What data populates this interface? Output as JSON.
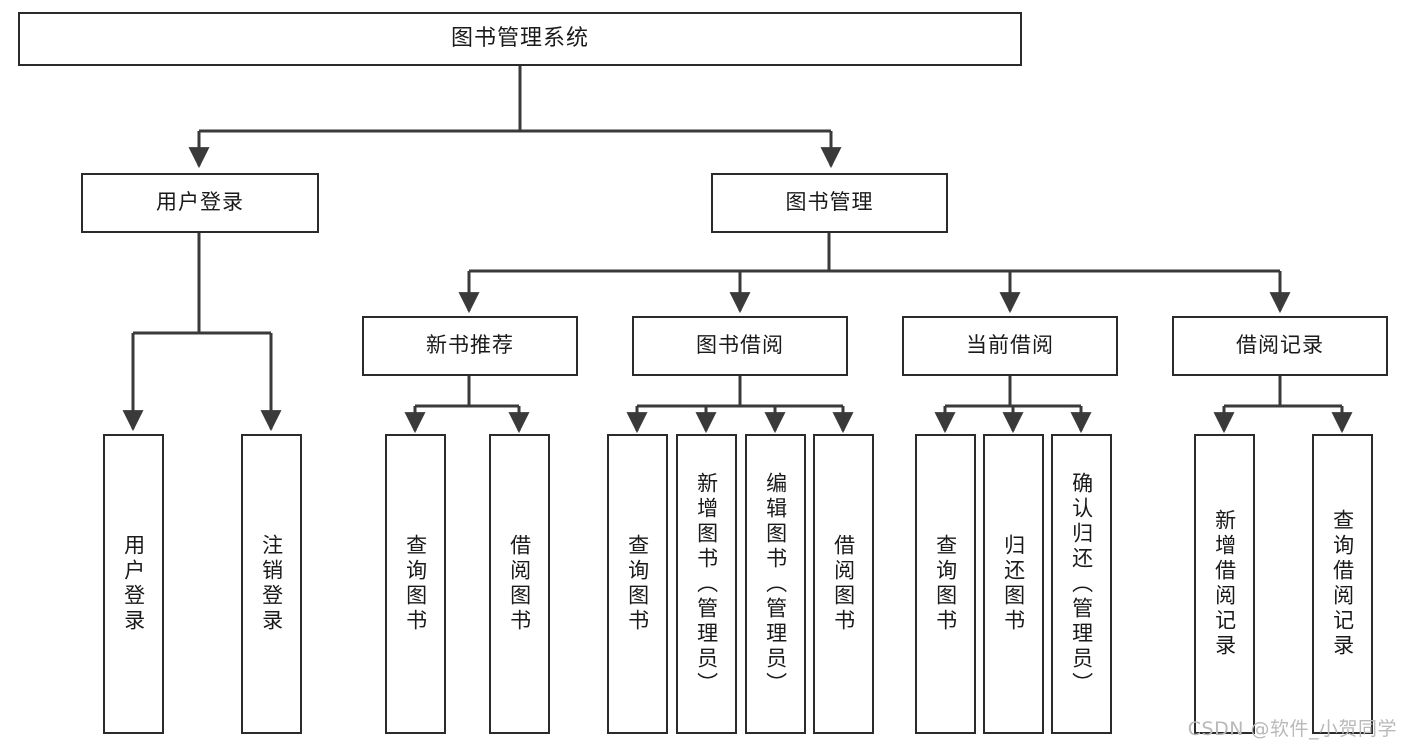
{
  "diagram": {
    "title": "图书管理系统",
    "type": "tree-hierarchy-chart",
    "colors": {
      "box_border": "#2b2b2b",
      "box_fill": "#ffffff",
      "edge": "#3a3a3a",
      "text": "#1a1a1a",
      "watermark": "#b9b9b9",
      "background": "#ffffff"
    },
    "root": {
      "label": "图书管理系统"
    },
    "level2": [
      {
        "label": "用户登录"
      },
      {
        "label": "图书管理"
      }
    ],
    "level3": [
      {
        "label": "新书推荐"
      },
      {
        "label": "图书借阅"
      },
      {
        "label": "当前借阅"
      },
      {
        "label": "借阅记录"
      }
    ],
    "leaves": {
      "user_login": [
        {
          "label": "用户登录"
        },
        {
          "label": "注销登录"
        }
      ],
      "new_book_recommend": [
        {
          "label": "查询图书"
        },
        {
          "label": "借阅图书"
        }
      ],
      "book_borrow": [
        {
          "label": "查询图书"
        },
        {
          "label": "新增图书（管理员）"
        },
        {
          "label": "编辑图书（管理员）"
        },
        {
          "label": "借阅图书"
        }
      ],
      "current_borrow": [
        {
          "label": "查询图书"
        },
        {
          "label": "归还图书"
        },
        {
          "label": "确认归还（管理员）"
        }
      ],
      "borrow_record": [
        {
          "label": "新增借阅记录"
        },
        {
          "label": "查询借阅记录"
        }
      ]
    },
    "watermark": "CSDN @软件_小贺同学"
  }
}
